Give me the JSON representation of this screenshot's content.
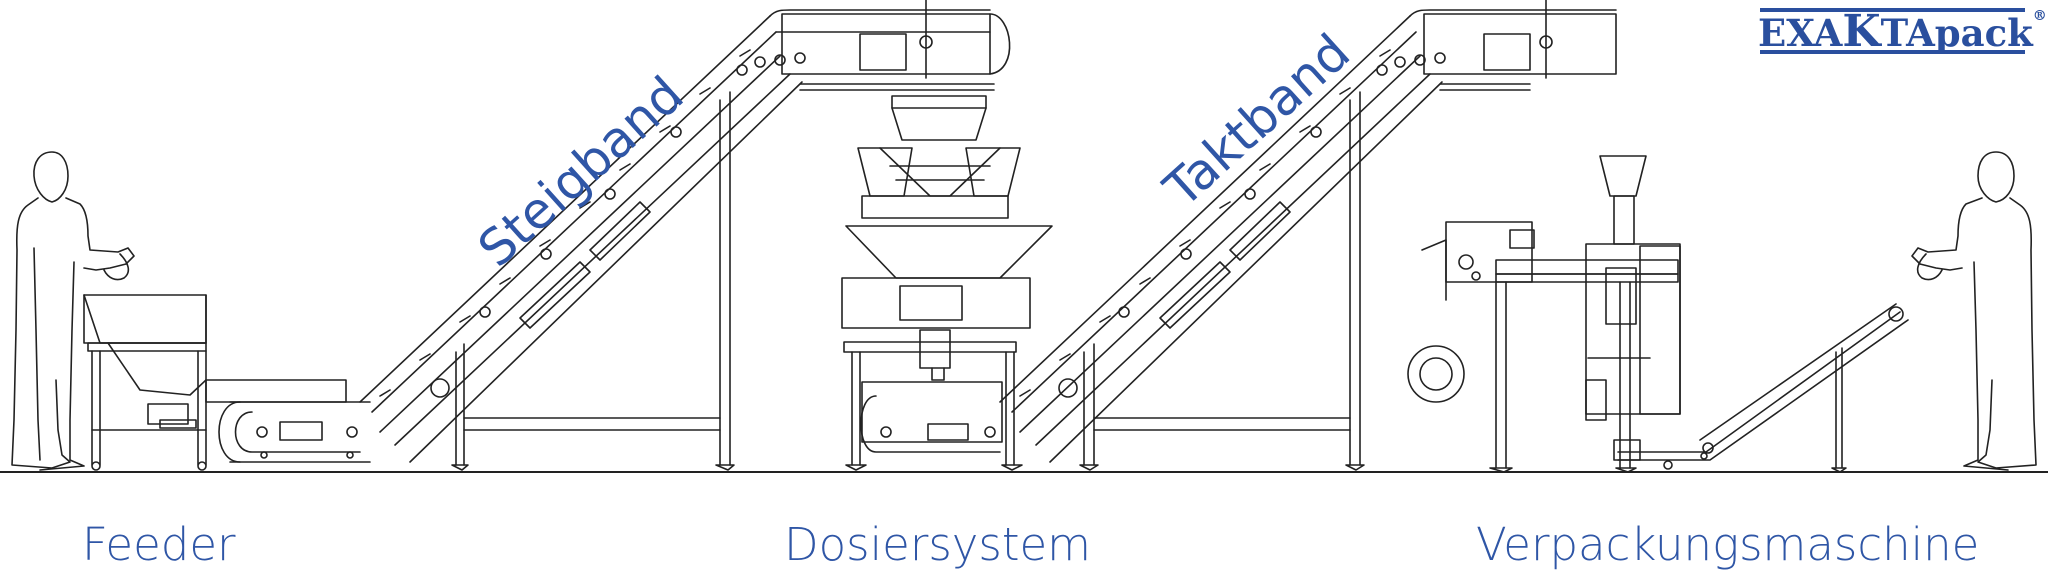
{
  "logo": {
    "text_a": "EXA",
    "text_k": "K",
    "text_b": "TA",
    "text_c": "pack",
    "reg": "®"
  },
  "labels": {
    "steigband": "Steigband",
    "taktband": "Taktband",
    "feeder": "Feeder",
    "dosiersystem": "Dosiersystem",
    "verpackungsmaschine": "Verpackungsmaschine"
  },
  "colors": {
    "label": "#2f56a6",
    "logo": "#2a4f9e",
    "line": "#222222"
  }
}
